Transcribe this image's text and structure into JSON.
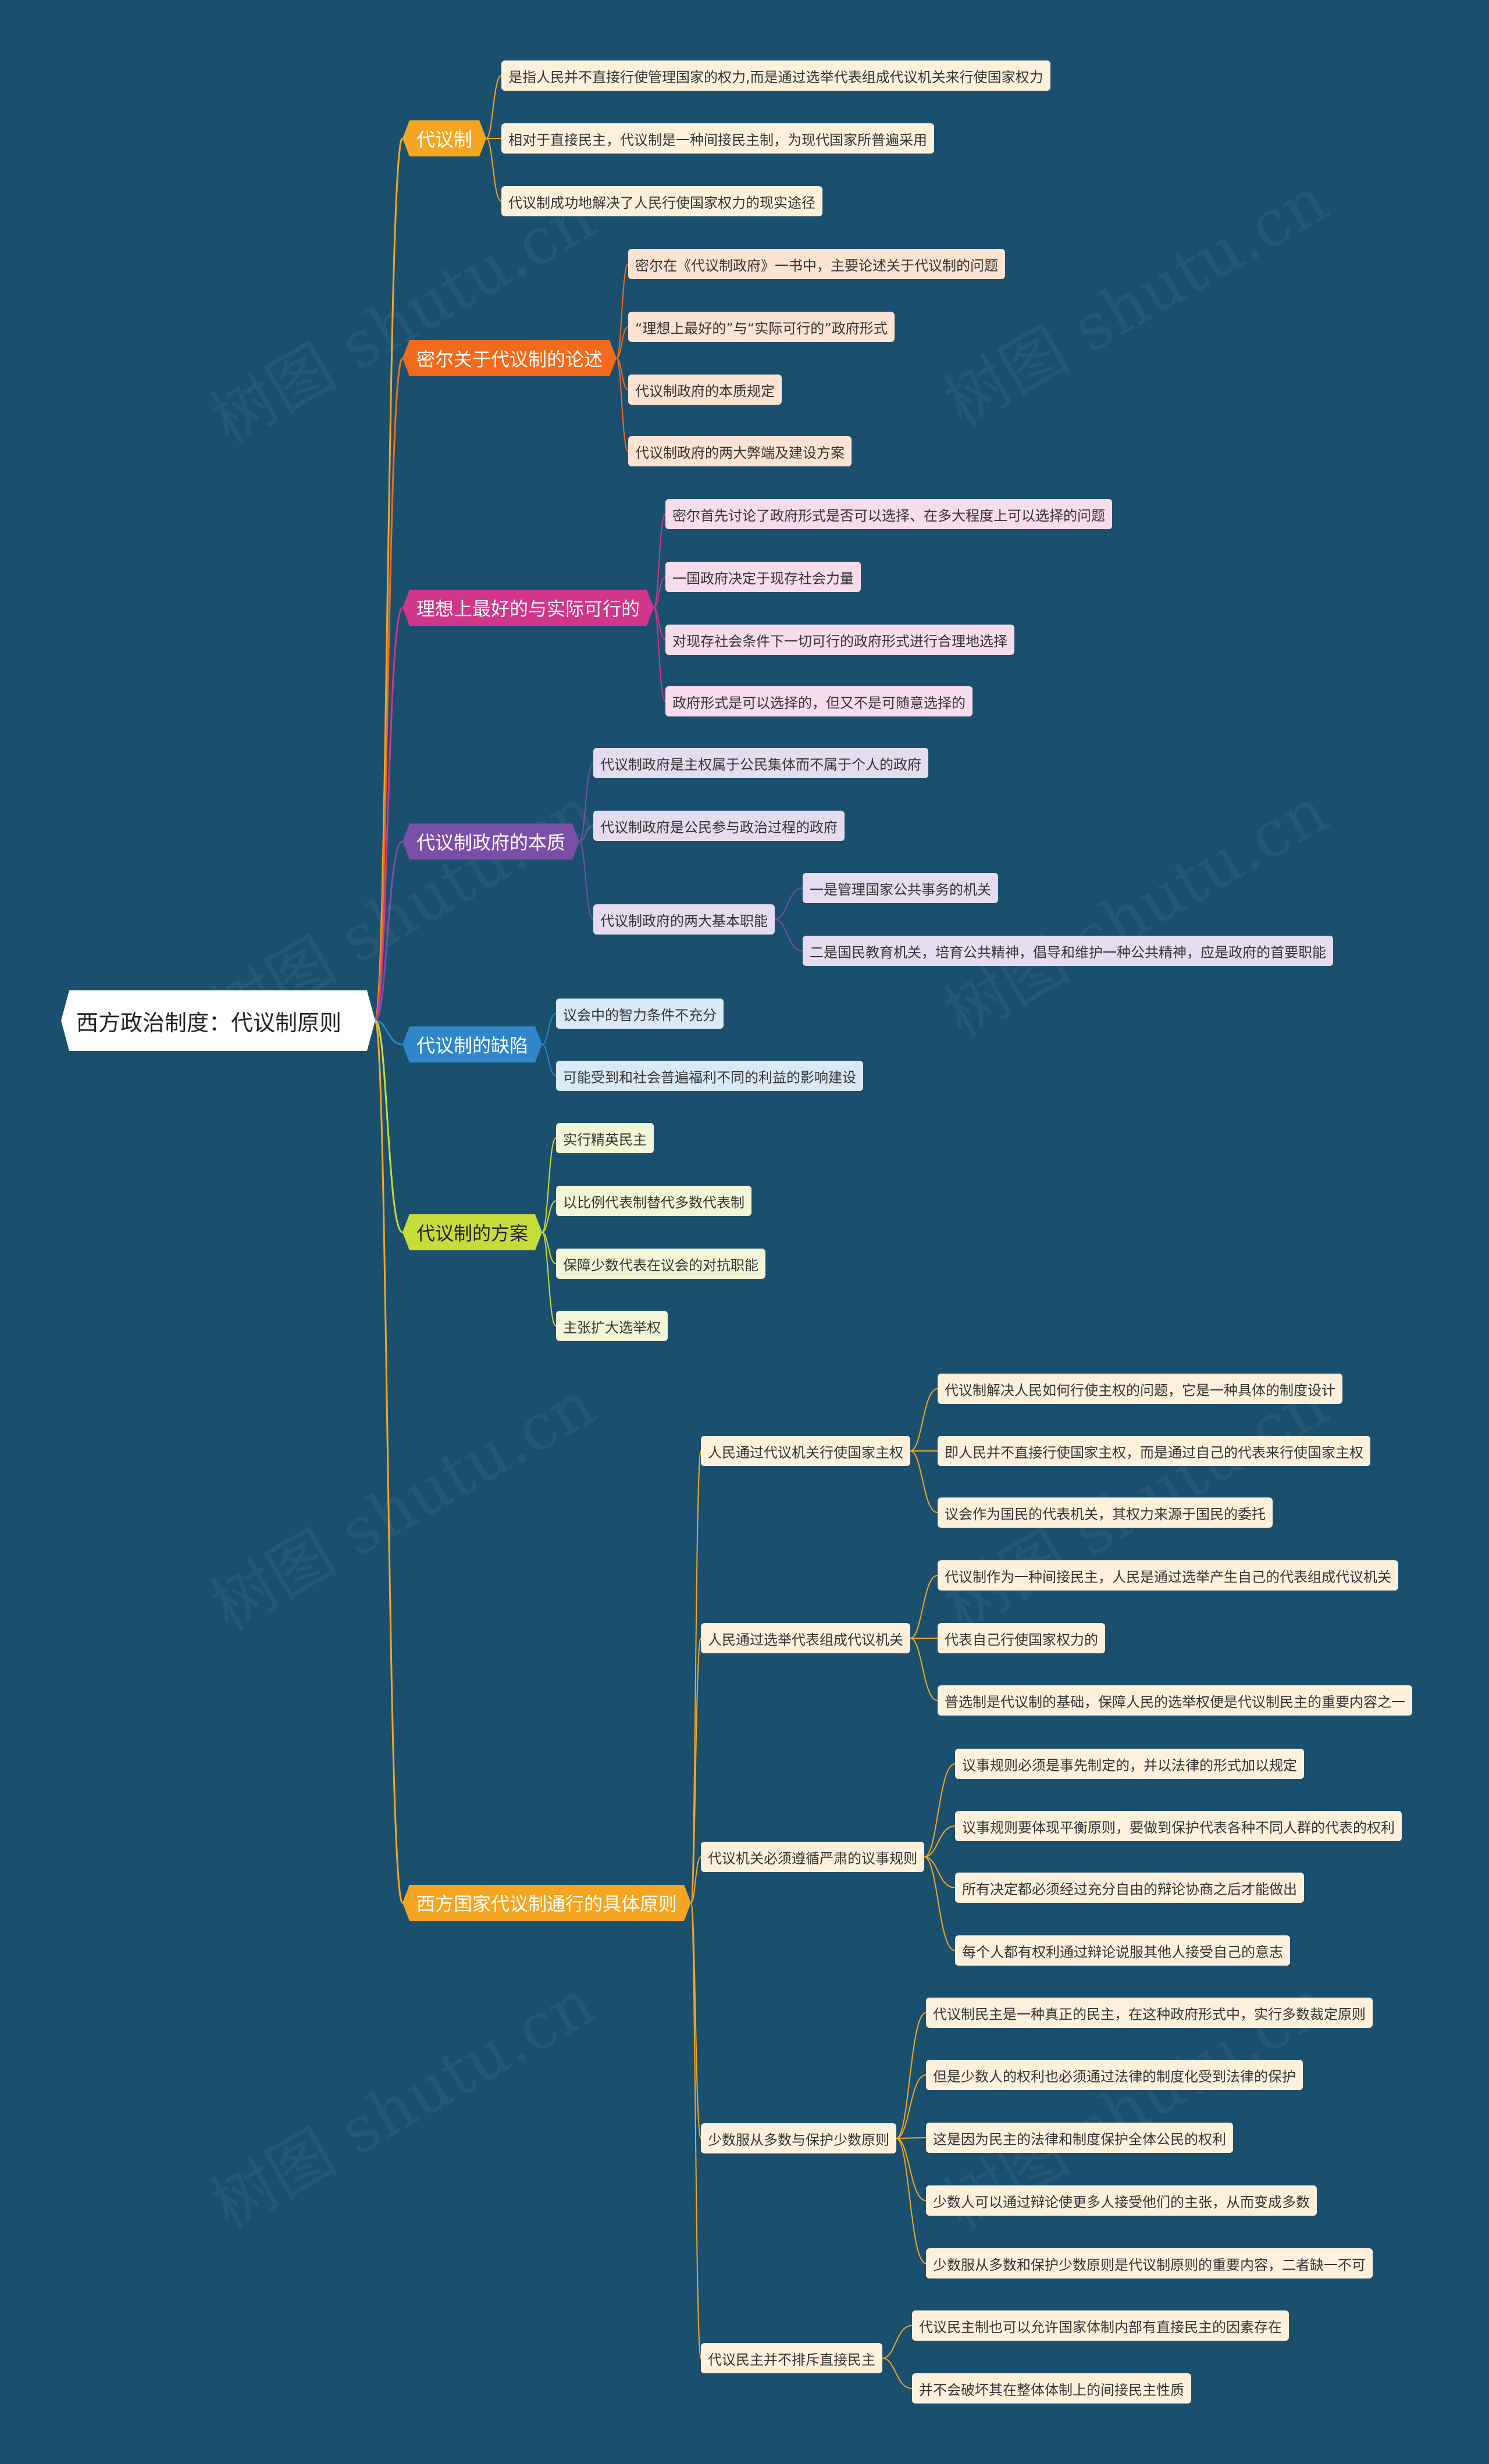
{
  "root": {
    "label": "西方政治制度：代议制原则"
  },
  "watermark": "树图 shutu.cn",
  "branches": [
    {
      "label": "代议制",
      "color": "#f4a623",
      "leaf_bg": "#fdf1dc",
      "children": [
        {
          "label": "是指人民并不直接行使管理国家的权力,而是通过选举代表组成代议机关来行使国家权力"
        },
        {
          "label": "相对于直接民主，代议制是一种间接民主制，为现代国家所普遍采用"
        },
        {
          "label": "代议制成功地解决了人民行使国家权力的现实途径"
        }
      ]
    },
    {
      "label": "密尔关于代议制的论述",
      "color": "#f26b1d",
      "leaf_bg": "#fde3d2",
      "children": [
        {
          "label": "密尔在《代议制政府》一书中，主要论述关于代议制的问题"
        },
        {
          "label": "“理想上最好的”与“实际可行的”政府形式"
        },
        {
          "label": "代议制政府的本质规定"
        },
        {
          "label": "代议制政府的两大弊端及建设方案"
        }
      ]
    },
    {
      "label": "理想上最好的与实际可行的",
      "color": "#d2368a",
      "leaf_bg": "#f7dcec",
      "children": [
        {
          "label": "密尔首先讨论了政府形式是否可以选择、在多大程度上可以选择的问题"
        },
        {
          "label": "一国政府决定于现存社会力量"
        },
        {
          "label": "对现存社会条件下一切可行的政府形式进行合理地选择"
        },
        {
          "label": "政府形式是可以选择的，但又不是可随意选择的"
        }
      ]
    },
    {
      "label": "代议制政府的本质",
      "color": "#7b4fa8",
      "leaf_bg": "#e5dcef",
      "children": [
        {
          "label": "代议制政府是主权属于公民集体而不属于个人的政府"
        },
        {
          "label": "代议制政府是公民参与政治过程的政府"
        },
        {
          "label": "代议制政府的两大基本职能",
          "children": [
            {
              "label": "一是管理国家公共事务的机关"
            },
            {
              "label": "二是国民教育机关，培育公共精神，倡导和维护一种公共精神，应是政府的首要职能"
            }
          ]
        }
      ]
    },
    {
      "label": "代议制的缺陷",
      "color": "#2f86c9",
      "leaf_bg": "#d9e9f5",
      "children": [
        {
          "label": "议会中的智力条件不充分"
        },
        {
          "label": "可能受到和社会普遍福利不同的利益的影响建设"
        }
      ]
    },
    {
      "label": "代议制的方案",
      "color": "#c6dc39",
      "dark": true,
      "leaf_bg": "#f3f6d6",
      "children": [
        {
          "label": "实行精英民主"
        },
        {
          "label": "以比例代表制替代多数代表制"
        },
        {
          "label": "保障少数代表在议会的对抗职能"
        },
        {
          "label": "主张扩大选举权"
        }
      ]
    },
    {
      "label": "西方国家代议制通行的具体原则",
      "color": "#f4a623",
      "leaf_bg": "#fdf1dc",
      "children": [
        {
          "label": "人民通过代议机关行使国家主权",
          "children": [
            {
              "label": "代议制解决人民如何行使主权的问题，它是一种具体的制度设计"
            },
            {
              "label": "即人民并不直接行使国家主权，而是通过自己的代表来行使国家主权"
            },
            {
              "label": "议会作为国民的代表机关，其权力来源于国民的委托"
            }
          ]
        },
        {
          "label": "人民通过选举代表组成代议机关",
          "children": [
            {
              "label": "代议制作为一种间接民主，人民是通过选举产生自己的代表组成代议机关"
            },
            {
              "label": "代表自己行使国家权力的"
            },
            {
              "label": "普选制是代议制的基础，保障人民的选举权便是代议制民主的重要内容之一"
            }
          ]
        },
        {
          "label": "代议机关必须遵循严肃的议事规则",
          "children": [
            {
              "label": "议事规则必须是事先制定的，并以法律的形式加以规定"
            },
            {
              "label": "议事规则要体现平衡原则，要做到保护代表各种不同人群的代表的权利"
            },
            {
              "label": "所有决定都必须经过充分自由的辩论协商之后才能做出"
            },
            {
              "label": "每个人都有权利通过辩论说服其他人接受自己的意志"
            }
          ]
        },
        {
          "label": "少数服从多数与保护少数原则",
          "children": [
            {
              "label": "代议制民主是一种真正的民主，在这种政府形式中，实行多数裁定原则"
            },
            {
              "label": "但是少数人的权利也必须通过法律的制度化受到法律的保护"
            },
            {
              "label": "这是因为民主的法律和制度保护全体公民的权利"
            },
            {
              "label": "少数人可以通过辩论使更多人接受他们的主张，从而变成多数"
            },
            {
              "label": "少数服从多数和保护少数原则是代议制原则的重要内容，二者缺一不可"
            }
          ]
        },
        {
          "label": "代议民主并不排斥直接民主",
          "children": [
            {
              "label": "代议民主制也可以允许国家体制内部有直接民主的因素存在"
            },
            {
              "label": "并不会破坏其在整体体制上的间接民主性质"
            }
          ]
        }
      ]
    }
  ]
}
